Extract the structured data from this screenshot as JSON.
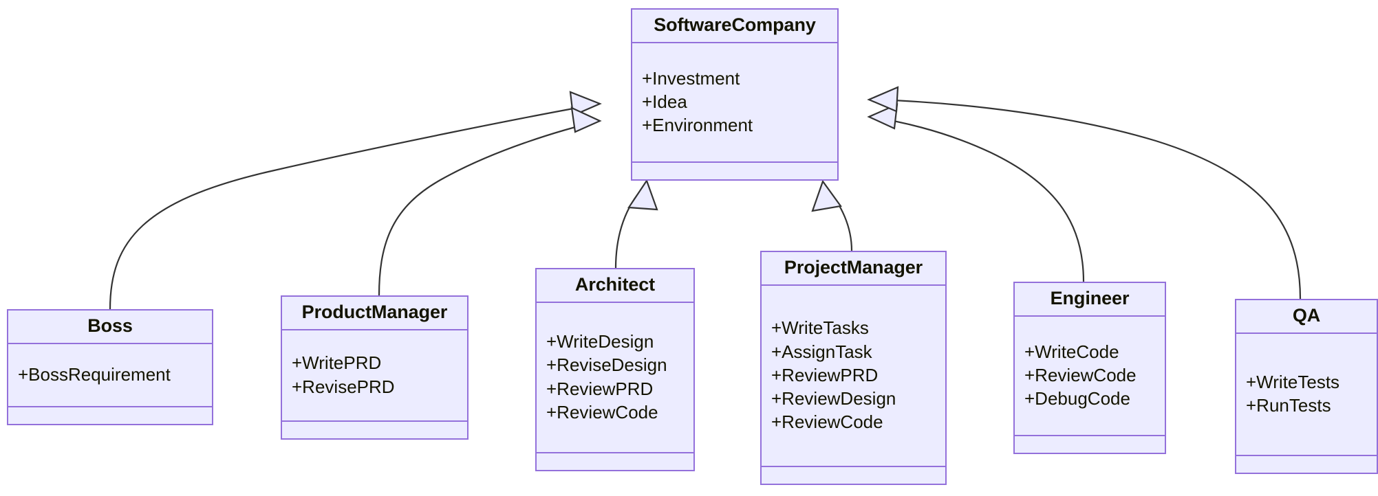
{
  "diagram": {
    "kind": "uml-class-diagram",
    "title": "",
    "colors": {
      "node_fill": "#ECECFF",
      "node_border": "#9370DB",
      "edge_stroke": "#333333",
      "text": "#131300",
      "background": "#FFFFFF"
    },
    "relationship_type": "generalization",
    "nodes": [
      {
        "id": "softwarecompany",
        "name": "SoftwareCompany",
        "attributes": [
          "+Investment",
          "+Idea",
          "+Environment"
        ],
        "methods": []
      },
      {
        "id": "boss",
        "name": "Boss",
        "attributes": [
          "+BossRequirement"
        ],
        "methods": []
      },
      {
        "id": "productmanager",
        "name": "ProductManager",
        "attributes": [
          "+WritePRD",
          "+RevisePRD"
        ],
        "methods": []
      },
      {
        "id": "architect",
        "name": "Architect",
        "attributes": [
          "+WriteDesign",
          "+ReviseDesign",
          "+ReviewPRD",
          "+ReviewCode"
        ],
        "methods": []
      },
      {
        "id": "projectmanager",
        "name": "ProjectManager",
        "attributes": [
          "+WriteTasks",
          "+AssignTask",
          "+ReviewPRD",
          "+ReviewDesign",
          "+ReviewCode"
        ],
        "methods": []
      },
      {
        "id": "engineer",
        "name": "Engineer",
        "attributes": [
          "+WriteCode",
          "+ReviewCode",
          "+DebugCode"
        ],
        "methods": []
      },
      {
        "id": "qa",
        "name": "QA",
        "attributes": [
          "+WriteTests",
          "+RunTests"
        ],
        "methods": []
      }
    ],
    "edges": [
      {
        "from": "boss",
        "to": "softwarecompany",
        "type": "generalization"
      },
      {
        "from": "productmanager",
        "to": "softwarecompany",
        "type": "generalization"
      },
      {
        "from": "architect",
        "to": "softwarecompany",
        "type": "generalization"
      },
      {
        "from": "projectmanager",
        "to": "softwarecompany",
        "type": "generalization"
      },
      {
        "from": "engineer",
        "to": "softwarecompany",
        "type": "generalization"
      },
      {
        "from": "qa",
        "to": "softwarecompany",
        "type": "generalization"
      }
    ]
  }
}
